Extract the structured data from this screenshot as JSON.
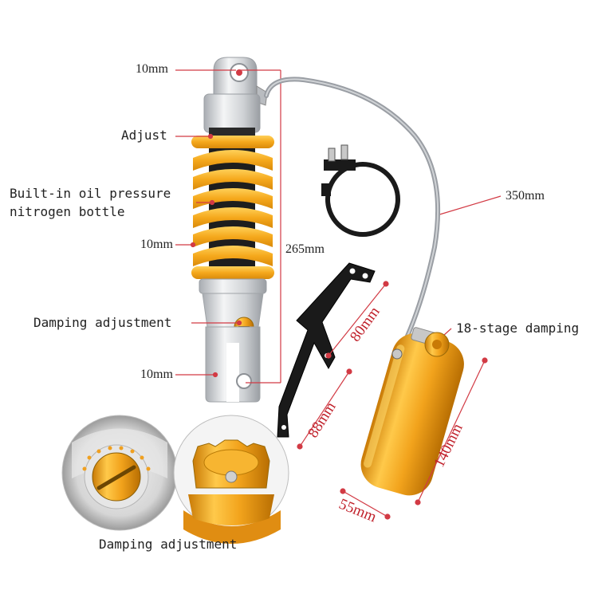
{
  "labels": {
    "top_eye": "10mm",
    "adjust": "Adjust",
    "builtin_line1": "Built-in oil pressure",
    "builtin_line2": "nitrogen bottle",
    "spring_mid": "10mm",
    "damping_adjust_top": "Damping adjustment",
    "bottom_eye": "10mm",
    "length": "265mm",
    "hose": "350mm",
    "stage_damping": "18-stage damping",
    "bracket_80": "80mm",
    "bracket_88": "88mm",
    "bottle_140": "140mm",
    "bottle_55": "55mm",
    "damping_adjust_bottom": "Damping adjustment"
  },
  "colors": {
    "spring": "#f3a81c",
    "anodized_gold": "#f0a020",
    "aluminium": "#d8dadc",
    "leader": "#d23a44",
    "dim_text": "#c0202a",
    "hose": "#9a9ea4",
    "bracket": "#1a1a1a"
  }
}
